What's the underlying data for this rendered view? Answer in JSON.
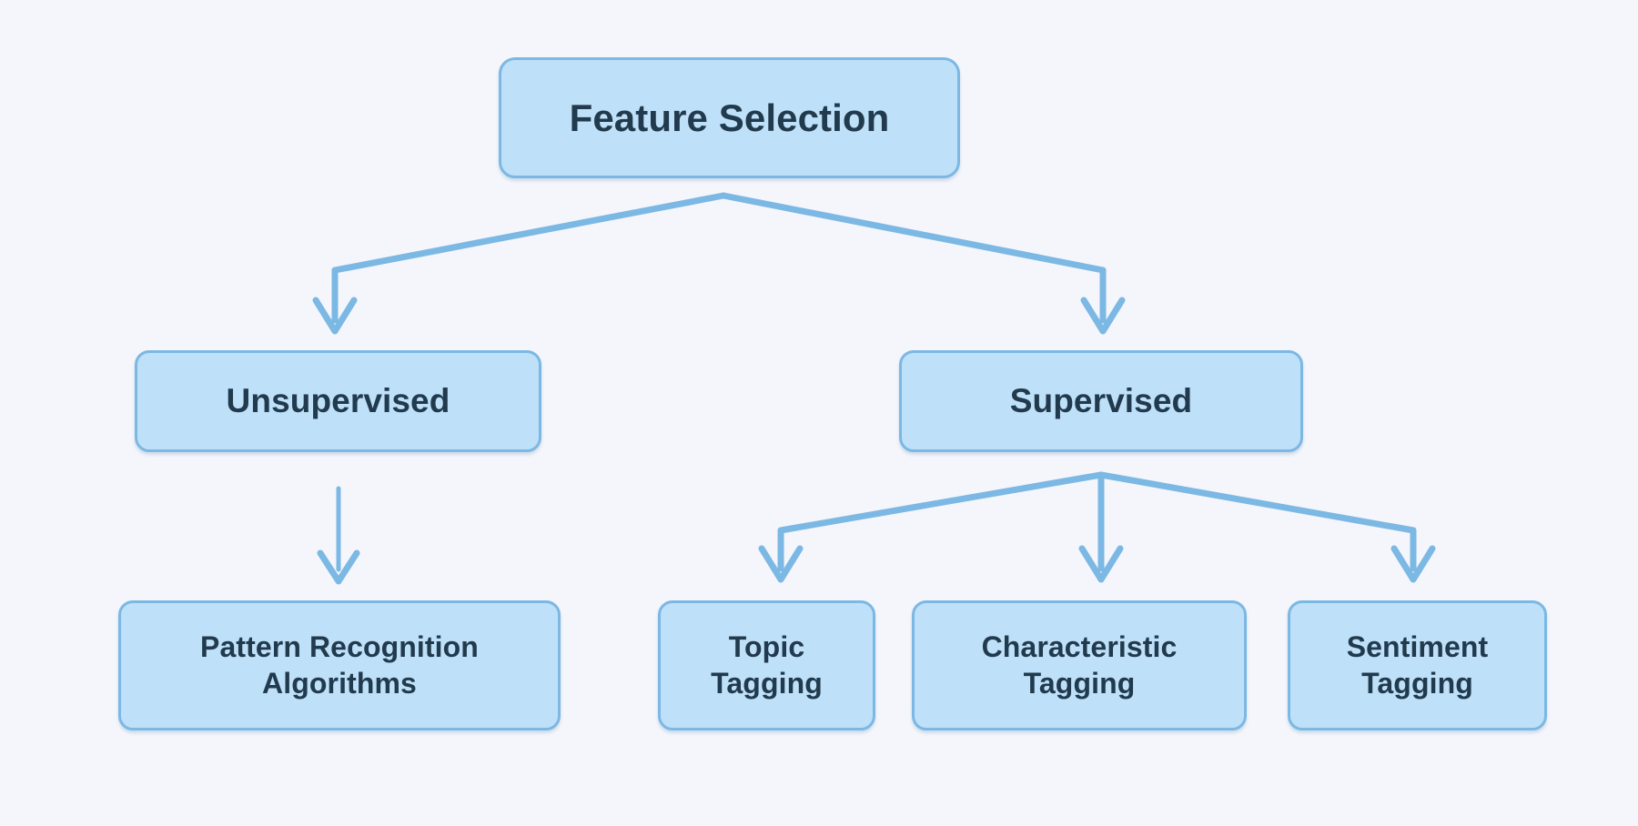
{
  "diagram": {
    "type": "tree-flowchart",
    "title": "Feature Selection",
    "background_color": "#f4f6fb",
    "node_fill_color": "#bfe0f9",
    "node_border_color": "#7cb8e4",
    "node_text_color": "#213a4d",
    "edge_color": "#7cb8e4",
    "nodes": {
      "root": {
        "label": "Feature Selection"
      },
      "unsupervised": {
        "label": "Unsupervised"
      },
      "supervised": {
        "label": "Supervised"
      },
      "pattern_recognition": {
        "label": "Pattern Recognition\nAlgorithms"
      },
      "topic_tagging": {
        "label": "Topic\nTagging"
      },
      "characteristic_tagging": {
        "label": "Characteristic\nTagging"
      },
      "sentiment_tagging": {
        "label": "Sentiment\nTagging"
      }
    },
    "edges": [
      {
        "from": "root",
        "to": "unsupervised",
        "arrow": "down-arrow-icon"
      },
      {
        "from": "root",
        "to": "supervised",
        "arrow": "down-arrow-icon"
      },
      {
        "from": "unsupervised",
        "to": "pattern_recognition",
        "arrow": "down-arrow-icon"
      },
      {
        "from": "supervised",
        "to": "topic_tagging",
        "arrow": "down-arrow-icon"
      },
      {
        "from": "supervised",
        "to": "characteristic_tagging",
        "arrow": "down-arrow-icon"
      },
      {
        "from": "supervised",
        "to": "sentiment_tagging",
        "arrow": "down-arrow-icon"
      }
    ]
  }
}
